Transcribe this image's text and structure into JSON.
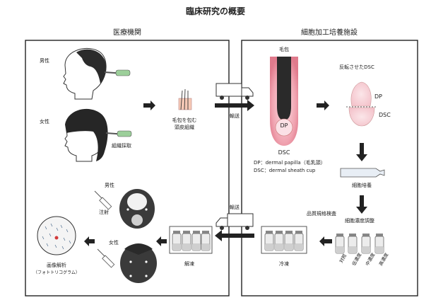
{
  "title": "臨床研究の概要",
  "left_panel": {
    "heading": "医療機関",
    "male": "男性",
    "female": "女性",
    "biopsy": "組織採取",
    "tissue_line1": "毛包を包む",
    "tissue_line2": "頭皮組織",
    "male2": "男性",
    "female2": "女性",
    "injection": "注射",
    "analysis": "画像解析",
    "analysis_sub": "（フォトトリコグラム）",
    "thaw": "解凍"
  },
  "right_panel": {
    "heading": "細胞加工培養施設",
    "follicle": "毛包",
    "inverted_dsc": "反転させたDSC",
    "dp_label": "DP",
    "dsc_label": "DSC",
    "dp_in": "DP",
    "dsc_under": "DSC",
    "legend_dp": "DP：dermal papilla（毛乳頭）",
    "legend_dsc": "DSC：dermal sheath cup",
    "culture": "細胞培養",
    "qc": "品質規格検査",
    "conc_adjust": "細胞濃度調整",
    "freeze": "冷凍",
    "vial_labels": [
      "対照",
      "低濃度",
      "中濃度",
      "高濃度"
    ]
  },
  "transport_top": "輸送",
  "transport_bottom": "輸送"
}
